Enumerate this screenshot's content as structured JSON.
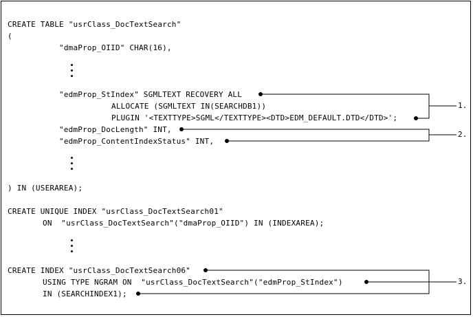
{
  "code": {
    "l01": "CREATE TABLE \"usrClass_DocTextSearch\"",
    "l02": "(",
    "l03": "\"dmaProp_OIID\" CHAR(16),",
    "l04": "\"edmProp_StIndex\" SGMLTEXT RECOVERY ALL",
    "l05": "ALLOCATE (SGMLTEXT IN(SEARCHDB1))",
    "l06": "PLUGIN '<TEXTTYPE>SGML</TEXTTYPE><DTD>EDM_DEFAULT.DTD</DTD>';",
    "l07": "\"edmProp_DocLength\" INT,",
    "l08": "\"edmProp_ContentIndexStatus\" INT,",
    "l09": ") IN (USERAREA);",
    "l10": "CREATE UNIQUE INDEX \"usrClass_DocTextSearch01\"",
    "l11": "ON  \"usrClass_DocTextSearch\"(\"dmaProp_OIID\") IN (INDEXAREA);",
    "l12": "CREATE INDEX \"usrClass_DocTextSearch06\"",
    "l13": "USING TYPE NGRAM ON  \"usrClass_DocTextSearch\"(\"edmProp_StIndex\")",
    "l14": "IN (SEARCHINDEX1);"
  },
  "callouts": [
    "1.",
    "2.",
    "3."
  ]
}
